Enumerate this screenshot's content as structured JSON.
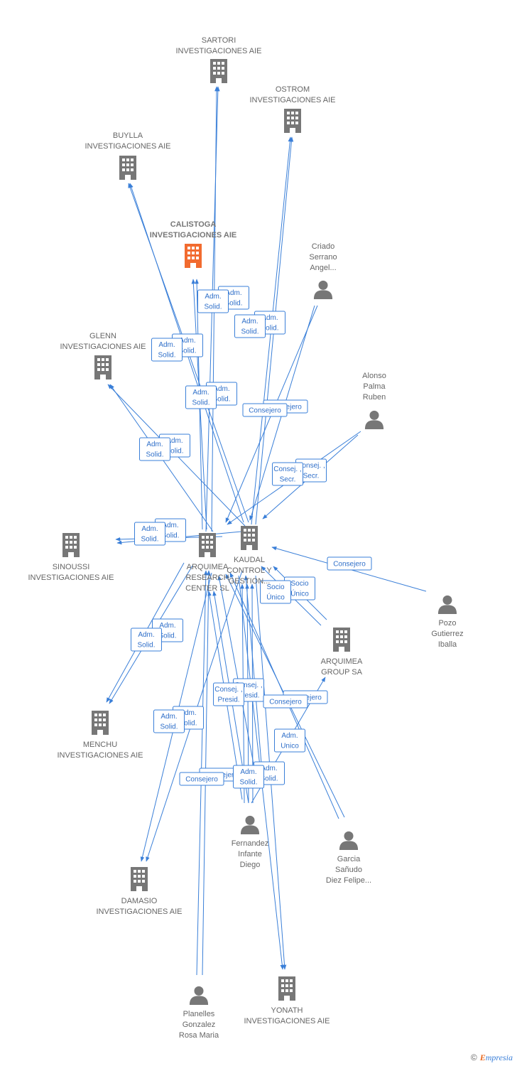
{
  "colors": {
    "edge": "#3a7fd8",
    "company": "#777777",
    "highlight": "#f26b2f",
    "person": "#777777"
  },
  "nodes": [
    {
      "id": "sartori",
      "type": "company",
      "lines": [
        "SARTORI",
        "INVESTIGACIONES AIE"
      ]
    },
    {
      "id": "ostrom",
      "type": "company",
      "lines": [
        "OSTROM",
        "INVESTIGACIONES AIE"
      ]
    },
    {
      "id": "buylla",
      "type": "company",
      "lines": [
        "BUYLLA",
        "INVESTIGACIONES AIE"
      ]
    },
    {
      "id": "calistoga",
      "type": "company",
      "highlight": true,
      "lines": [
        "CALISTOGA",
        "INVESTIGACIONES AIE"
      ]
    },
    {
      "id": "criado",
      "type": "person",
      "lines": [
        "Criado",
        "Serrano",
        "Angel..."
      ]
    },
    {
      "id": "glenn",
      "type": "company",
      "lines": [
        "GLENN",
        "INVESTIGACIONES AIE"
      ]
    },
    {
      "id": "alonso",
      "type": "person",
      "lines": [
        "Alonso",
        "Palma",
        "Ruben"
      ]
    },
    {
      "id": "sinoussi",
      "type": "company",
      "lines": [
        "SINOUSSI",
        "INVESTIGACIONES AIE"
      ]
    },
    {
      "id": "arqres",
      "type": "company",
      "lines": [
        "ARQUIMEA",
        "RESEARCH",
        "CENTER  SL"
      ]
    },
    {
      "id": "kaudal",
      "type": "company",
      "lines": [
        "KAUDAL",
        "CONTROL Y",
        "GESTION..."
      ]
    },
    {
      "id": "pozo",
      "type": "person",
      "lines": [
        "Pozo",
        "Gutierrez",
        "Iballa"
      ]
    },
    {
      "id": "arqgroup",
      "type": "company",
      "lines": [
        "ARQUIMEA",
        "GROUP SA"
      ]
    },
    {
      "id": "menchu",
      "type": "company",
      "lines": [
        "MENCHU",
        "INVESTIGACIONES AIE"
      ]
    },
    {
      "id": "fernandez",
      "type": "person",
      "lines": [
        "Fernandez",
        "Infante",
        "Diego"
      ]
    },
    {
      "id": "garcia",
      "type": "person",
      "lines": [
        "Garcia",
        "Sañudo",
        "Diez Felipe..."
      ]
    },
    {
      "id": "damasio",
      "type": "company",
      "lines": [
        "DAMASIO",
        "INVESTIGACIONES AIE"
      ]
    },
    {
      "id": "planelles",
      "type": "person",
      "lines": [
        "Planelles",
        "Gonzalez",
        "Rosa Maria"
      ]
    },
    {
      "id": "yonath",
      "type": "company",
      "lines": [
        "YONATH",
        "INVESTIGACIONES AIE"
      ]
    }
  ],
  "tags": [
    {
      "id": "t1",
      "lines": [
        "Adm.",
        "Solid."
      ]
    },
    {
      "id": "t2",
      "lines": [
        "Adm.",
        "Solid."
      ]
    },
    {
      "id": "t3",
      "lines": [
        "Adm.",
        "Solid."
      ]
    },
    {
      "id": "t4",
      "lines": [
        "Adm.",
        "Solid."
      ]
    },
    {
      "id": "t5",
      "lines": [
        "Adm.",
        "Solid."
      ]
    },
    {
      "id": "t6",
      "lines": [
        "Adm.",
        "Solid."
      ]
    },
    {
      "id": "t7",
      "lines": [
        "Adm.",
        "Solid."
      ]
    },
    {
      "id": "t8",
      "lines": [
        "Adm.",
        "Solid."
      ]
    },
    {
      "id": "t9",
      "lines": [
        "Consejero"
      ]
    },
    {
      "id": "t10",
      "lines": [
        "Consejero"
      ]
    },
    {
      "id": "t11",
      "lines": [
        "Adm.",
        "Solid."
      ]
    },
    {
      "id": "t12",
      "lines": [
        "Adm.",
        "Solid."
      ]
    },
    {
      "id": "t13",
      "lines": [
        "Consej. ,",
        "Secr."
      ]
    },
    {
      "id": "t14",
      "lines": [
        "Consej. ,",
        "Secr."
      ]
    },
    {
      "id": "t15",
      "lines": [
        "Adm.",
        "Solid."
      ]
    },
    {
      "id": "t16",
      "lines": [
        "Adm.",
        "Solid."
      ]
    },
    {
      "id": "t17",
      "lines": [
        "Consejero"
      ]
    },
    {
      "id": "t18",
      "lines": [
        "Socio",
        "Único"
      ]
    },
    {
      "id": "t19",
      "lines": [
        "Socio",
        "Único"
      ]
    },
    {
      "id": "t20",
      "lines": [
        "Adm.",
        "Solid."
      ]
    },
    {
      "id": "t21",
      "lines": [
        "Adm.",
        "Solid."
      ]
    },
    {
      "id": "t22",
      "lines": [
        "Consej. ,",
        "Presid."
      ]
    },
    {
      "id": "t23",
      "lines": [
        "Consej. ,",
        "Presid."
      ]
    },
    {
      "id": "t24",
      "lines": [
        "Consejero"
      ]
    },
    {
      "id": "t25",
      "lines": [
        "Consejero"
      ]
    },
    {
      "id": "t26",
      "lines": [
        "Adm.",
        "Solid."
      ]
    },
    {
      "id": "t27",
      "lines": [
        "Adm.",
        "Solid."
      ]
    },
    {
      "id": "t28",
      "lines": [
        "Adm.",
        "Unico"
      ]
    },
    {
      "id": "t29",
      "lines": [
        "Consejero"
      ]
    },
    {
      "id": "t30",
      "lines": [
        "Consejero"
      ]
    },
    {
      "id": "t31",
      "lines": [
        "Adm.",
        "Solid."
      ]
    },
    {
      "id": "t32",
      "lines": [
        "Adm.",
        "Solid."
      ]
    }
  ],
  "footer": {
    "copyright": "©",
    "brand_first": "E",
    "brand_rest": "mpresia"
  }
}
